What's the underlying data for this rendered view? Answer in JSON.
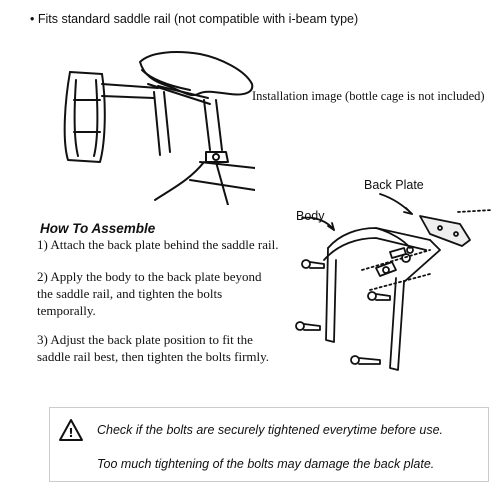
{
  "header": {
    "note": "• Fits standard saddle rail (not compatible with i-beam type)",
    "install_caption": "Installation image (bottle cage is not included)"
  },
  "diagram_labels": {
    "back_plate": "Back Plate",
    "body": "Body"
  },
  "instructions": {
    "title": "How To Assemble",
    "steps": [
      "1) Attach the back plate behind the saddle rail.",
      "2) Apply the body to the back plate beyond the saddle rail, and tighten the bolts temporally.",
      "3) Adjust the back plate position to fit the saddle rail best, then tighten the bolts firmly."
    ]
  },
  "warnings": {
    "icon": "warning-triangle-icon",
    "lines": [
      "Check if the bolts are securely tightened everytime before use.",
      "Too much tightening of the bolts may damage the back plate."
    ]
  }
}
